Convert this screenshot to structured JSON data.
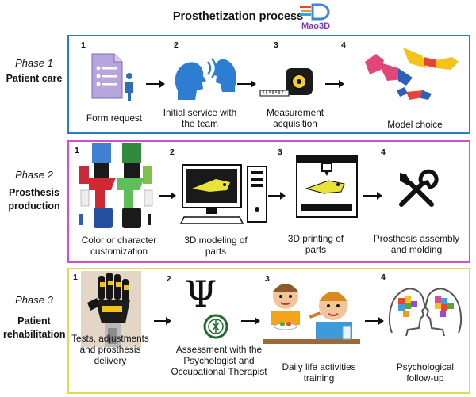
{
  "title": "Prosthetization process",
  "logo": {
    "text": "Mao3D"
  },
  "phases": [
    {
      "name": "Phase 1",
      "subtitle": "Patient care",
      "border_color": "#2a7fc4",
      "steps": [
        {
          "num": "1",
          "caption": "Form request",
          "icon": "form-icon"
        },
        {
          "num": "2",
          "caption": "Initial service with\nthe team",
          "icon": "conversation-icon"
        },
        {
          "num": "3",
          "caption": "Measurement\nacquisition",
          "icon": "tape-measure-icon"
        },
        {
          "num": "4",
          "caption": "Model choice",
          "icon": "prosthetic-arm-models-icon"
        }
      ]
    },
    {
      "name": "Phase 2",
      "subtitle": "Prosthesis\nproduction",
      "border_color": "#d04fd0",
      "steps": [
        {
          "num": "1",
          "caption": "Color or character\ncustomization",
          "icon": "customization-icon"
        },
        {
          "num": "2",
          "caption": "3D modeling of\nparts",
          "icon": "computer-icon"
        },
        {
          "num": "3",
          "caption": "3D printing of\nparts",
          "icon": "3d-printer-icon"
        },
        {
          "num": "4",
          "caption": "Prosthesis assembly\nand molding",
          "icon": "tools-icon"
        }
      ]
    },
    {
      "name": "Phase 3",
      "subtitle": "Patient\nrehabilitation",
      "border_color": "#e3d850",
      "steps": [
        {
          "num": "1",
          "caption": "Tests, adjustments\nand prosthesis\ndelivery",
          "icon": "prosthetic-hand-photo"
        },
        {
          "num": "2",
          "caption": "Assessment with the\nPsychologist and\nOccupational Therapist",
          "icon": "psi-symbol-icon"
        },
        {
          "num": "3",
          "caption": "Daily life activities\ntraining",
          "icon": "children-eating-icon"
        },
        {
          "num": "4",
          "caption": "Psychological\nfollow-up",
          "icon": "brain-heads-icon"
        }
      ]
    }
  ],
  "symbols": {
    "psi": "Ψ"
  }
}
